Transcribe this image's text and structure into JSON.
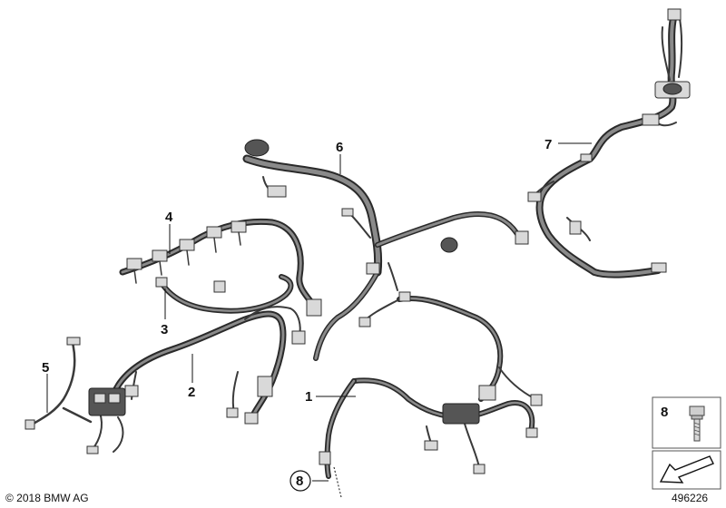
{
  "callouts": {
    "c1": "1",
    "c2": "2",
    "c3": "3",
    "c4": "4",
    "c5": "5",
    "c6": "6",
    "c7": "7",
    "c8": "8"
  },
  "inset": {
    "part_number": "8"
  },
  "footer": {
    "copyright": "© 2018 BMW AG",
    "doc_number": "496226"
  }
}
